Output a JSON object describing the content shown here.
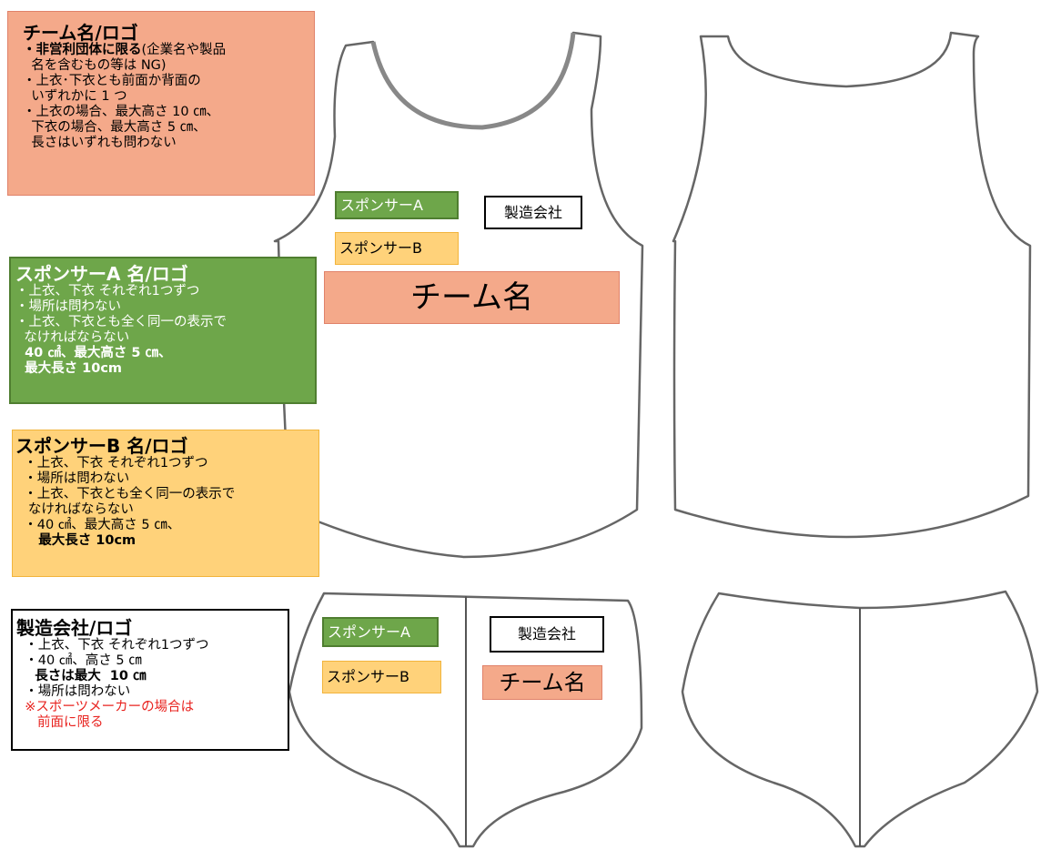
{
  "notes": {
    "team": {
      "title": "チーム名/ロゴ",
      "l1_bold": "・非営利団体に限る",
      "l1_rest": "(企業名や製品",
      "l2": "  名を含むもの等は NG)",
      "l3": "・上衣･下衣とも前面か背面の",
      "l4": "  いずれかに 1 つ",
      "l5": "・上衣の場合、最大高さ 10 ㎝、",
      "l6": "  下衣の場合、最大高さ 5 ㎝、",
      "l7": "  長さはいずれも問わない"
    },
    "sponsor_a": {
      "title": "スポンサーA 名/ロゴ",
      "l1": "・上衣、下衣 それぞれ1つずつ",
      "l2": "・場所は問わない",
      "l3": "・上衣、下衣とも全く同一の表示で",
      "l4": "  なければならない",
      "l5": "  40 ㎠、最大高さ 5 ㎝、",
      "l6": "  最大長さ 10cm"
    },
    "sponsor_b": {
      "title": "スポンサーB 名/ロゴ",
      "l1": "  ・上衣、下衣 それぞれ1つずつ",
      "l2": "  ・場所は問わない",
      "l3": "  ・上衣、下衣とも全く同一の表示で",
      "l4": "   なければならない",
      "l5": "  ・40 ㎠、最大高さ 5 ㎝、",
      "l6": "     最大長さ 10cm"
    },
    "manufacturer": {
      "title": "製造会社/ロゴ",
      "l1": "  ・上衣、下衣 それぞれ1つずつ",
      "l2": "  ・40 ㎠、高さ 5 ㎝",
      "l3": "    長さは最大  10 ㎝",
      "l4": "  ・場所は問わない",
      "l5": "  ※スポーツメーカーの場合は",
      "l6": "     前面に限る"
    }
  },
  "labels": {
    "sponsor_a": "スポンサーA",
    "sponsor_b": "スポンサーB",
    "manufacturer": "製造会社",
    "team": "チーム名"
  },
  "colors": {
    "team": "#f4a98a",
    "sponsor_a": "#6ea64a",
    "sponsor_b": "#ffd27a",
    "caution": "#e8231f"
  }
}
